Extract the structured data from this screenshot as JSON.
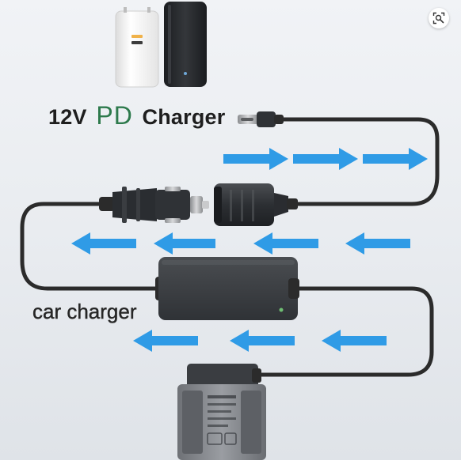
{
  "labels": {
    "pd_prefix": "12V",
    "pd_brand": "PD",
    "pd_suffix": "Charger",
    "car_charger": "car charger"
  },
  "colors": {
    "arrow": "#2f9be6",
    "cable": "#2b2b2b",
    "pd_green": "#2d7a4c"
  },
  "icons": {
    "lens": "lens-search-icon"
  }
}
